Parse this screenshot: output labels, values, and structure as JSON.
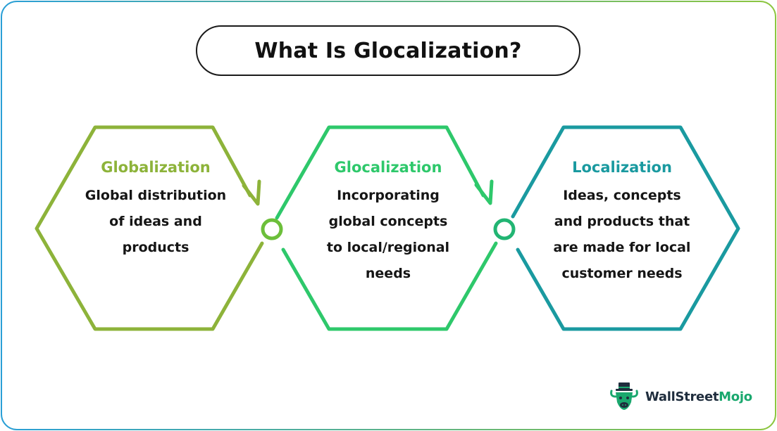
{
  "title": "What Is Glocalization?",
  "colors": {
    "border_start": "#2a9fd6",
    "border_end": "#8dc63f",
    "globalization": "#8db33a",
    "glocalization": "#2ec86b",
    "localization": "#1a9aa0",
    "connector": "#22b573"
  },
  "stages": [
    {
      "heading": "Globalization",
      "lines": [
        "Global distribution",
        "of ideas and",
        "products"
      ]
    },
    {
      "heading": "Glocalization",
      "lines": [
        "Incorporating",
        "global concepts",
        "to local/regional",
        "needs"
      ]
    },
    {
      "heading": "Localization",
      "lines": [
        "Ideas, concepts",
        "and products that",
        "are made for local",
        "customer needs"
      ]
    }
  ],
  "logo": {
    "part1": "Wall",
    "part2": "Street",
    "part3": "Mojo",
    "icon": "bull-mascot-icon"
  }
}
